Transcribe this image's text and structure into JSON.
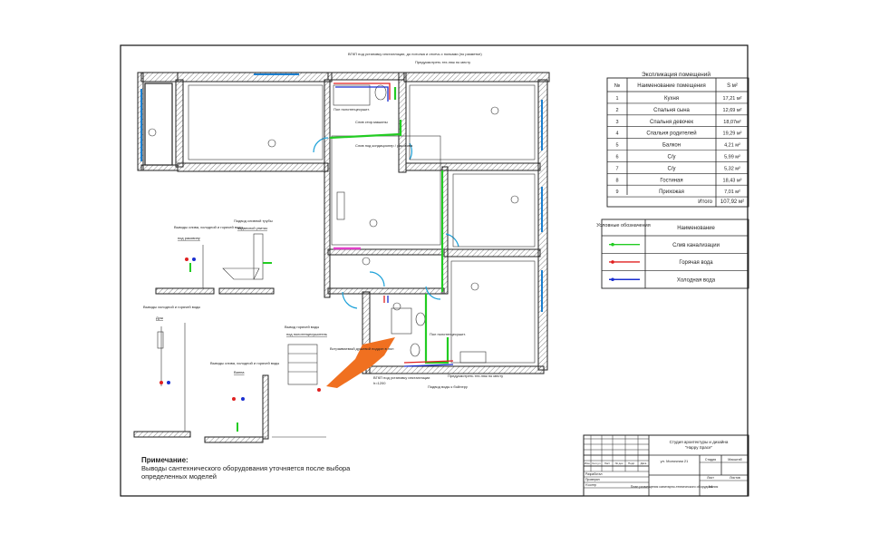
{
  "explication": {
    "title": "Экспликация помещений",
    "headers": {
      "num": "№",
      "name": "Наименование помещения",
      "area": "S м²"
    },
    "rows": [
      {
        "num": "1",
        "name": "Кухня",
        "area": "17,21 м²"
      },
      {
        "num": "2",
        "name": "Спальня сына",
        "area": "12,69 м²"
      },
      {
        "num": "3",
        "name": "Спальня девочек",
        "area": "18,07м²"
      },
      {
        "num": "4",
        "name": "Спальня родителей",
        "area": "19,29 м²"
      },
      {
        "num": "5",
        "name": "Балкон",
        "area": "4,21 м²"
      },
      {
        "num": "6",
        "name": "С/у",
        "area": "5,99 м²"
      },
      {
        "num": "7",
        "name": "С/у",
        "area": "5,32 м²"
      },
      {
        "num": "8",
        "name": "Гостиная",
        "area": "18,43 м²"
      },
      {
        "num": "9",
        "name": "Прихожая",
        "area": "7,01 м²"
      }
    ],
    "total_label": "Итого",
    "total_value": "107,92 м²"
  },
  "legend": {
    "header_symbol": "Условные обозначения",
    "header_name": "Наименование",
    "items": [
      {
        "name": "Слив канализации",
        "color": "#22cc22"
      },
      {
        "name": "Горячая вода",
        "color": "#e02020"
      },
      {
        "name": "Холодная вода",
        "color": "#1a2fd0"
      }
    ]
  },
  "note": {
    "title": "Примечание:",
    "line1": "Выводы сантехнического оборудования уточняется после выбора",
    "line2": "определенных моделей"
  },
  "callouts": {
    "top_vgkp": "ВГКП под установку инсталляции, до потолка и отсечь с полками (по разметке)",
    "top_provide": "Предусмотреть тех.люк по месту",
    "top_heated": "Пол полотенцесушит.",
    "mid_washer": "Слив стир.машины",
    "mid_sink": "Слив под кондиционер / раковина",
    "bottom_built": "Встраиваемый душевой поддон в пол",
    "bottom_heat": "Пол полотенцесушит.",
    "bottom_vgkp": "ВГКП под установку инсталляции",
    "bottom_vgkp_h": "h=1200",
    "bottom_provide": "Предусмотреть тех.люк по месту",
    "bottom_boiler": "Подвод воды к бойлеру"
  },
  "details": {
    "sink_title": "Выводы слива, холодной и горячей воды",
    "sink_sub": "под раковину",
    "toilet_title": "Подвод сливной трубы",
    "toilet_sub": "подвесной унитаз",
    "shower_title": "Выводы холодной и горячей воды",
    "shower_sub": "Душ",
    "bath_title": "Выводы слива, холодной и горячей воды",
    "bath_sub": "Ванна",
    "rail_title": "Вывод горячей воды",
    "rail_sub": "под полотенцесушитель"
  },
  "title_block": {
    "studio": "Студия архитектуры и дизайна",
    "studio_name": "\"Happy Space\"",
    "address": "ул. Молочная 21",
    "sheet_title": "План размещения санитарно-технического оборудования",
    "stage_label": "Стадия",
    "sheet_label": "Лист",
    "sheets_label": "Листов",
    "format_label": "Масштаб",
    "sheet_num": "14",
    "left_labels": [
      "Изм.",
      "Кол.уч",
      "Лист",
      "№ док",
      "Подп.",
      "Дата"
    ],
    "role_developed": "Разработал",
    "role_checked": "Проверил",
    "role_approved": "Н.контр"
  }
}
